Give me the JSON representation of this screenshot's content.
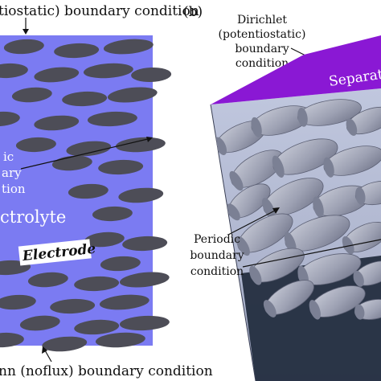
{
  "panel_a": {
    "top_label": "tiostatic) boundary condition",
    "bottom_label": "nn (noflux) boundary condition",
    "periodic_label_lines": [
      "ic",
      "ary",
      "tion"
    ],
    "electrolyte_label": "ctrolyte",
    "electrode_label": "Electrode",
    "colors": {
      "electrolyte": "#7b7bf2",
      "particle": "#4d4d57",
      "electrode_bg": "#ffffff"
    }
  },
  "panel_b": {
    "panel_letter": "(b)",
    "dirichlet_lines": [
      "Dirichlet",
      "(potentiostatic)",
      "boundary",
      "condition"
    ],
    "periodic_lines": [
      "Periodic",
      "boundary",
      "condition"
    ],
    "separator_label": "Separato",
    "colors": {
      "separator": "#8a18d4",
      "cube_face": "#b4bdd6",
      "cube_dark": "#1f2a3c",
      "tubes": "#9ea3b5"
    }
  }
}
